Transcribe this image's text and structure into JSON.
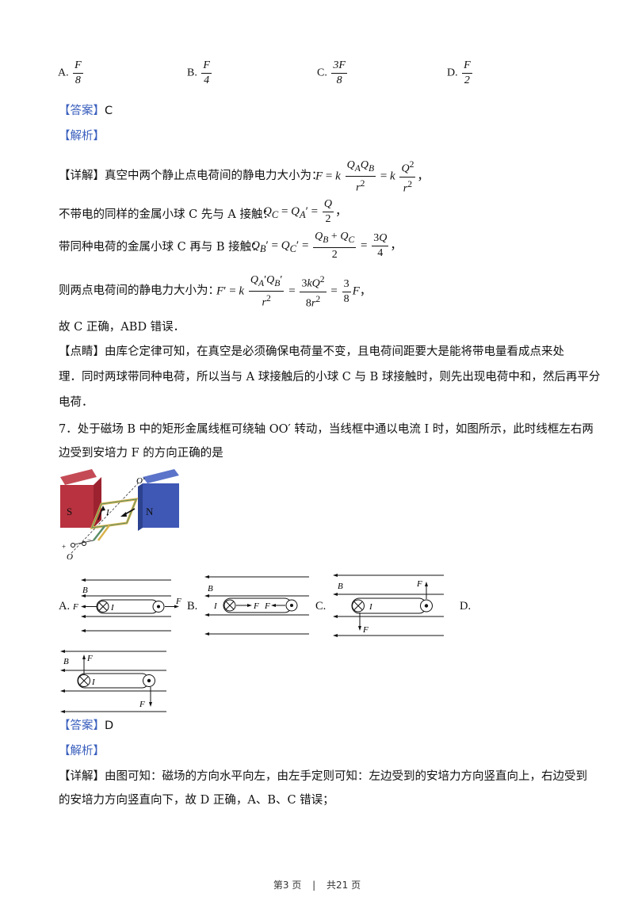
{
  "options_top": [
    {
      "letter": "A.",
      "num": "F",
      "den": "8"
    },
    {
      "letter": "B.",
      "num": "F",
      "den": "4"
    },
    {
      "letter": "C.",
      "num": "3F",
      "den": "8"
    },
    {
      "letter": "D.",
      "num": "F",
      "den": "2"
    }
  ],
  "q6": {
    "answer_label": "【答案】",
    "answer_value": "C",
    "analysis_label": "【解析】",
    "detail_label": "【详解】",
    "detail_text": "真空中两个静止点电荷间的静电力大小为：",
    "line2_text": "不带电的同样的金属小球 C 先与 A 接触：",
    "line3_text": "带同种电荷的金属小球 C 再与 B 接触：",
    "line4_text": "则两点电荷间的静电力大小为：",
    "conclusion": "故 C 正确，ABD 错误．",
    "comment_label": "【点睛】",
    "comment_line1": "由库仑定律可知，在真空是必须确保电荷量不变，且电荷间距要大是能将带电量看成点来处",
    "comment_line2": "理．同时两球带同种电荷，所以当与 A 球接触后的小球 C 与 B 球接触时，则先出现电荷中和，然后再平分",
    "comment_line3": "电荷．"
  },
  "q7": {
    "stem_line1": "7．处于磁场 B 中的矩形金属线框可绕轴 OO′ 转动，当线框中通以电流 I 时，如图所示，此时线框左右两",
    "stem_line2": "边受到安培力 F 的方向正确的是",
    "choices": [
      "A.",
      "B.",
      "C.",
      "D."
    ],
    "answer_label": "【答案】",
    "answer_value": "D",
    "analysis_label": "【解析】",
    "detail_label": "【详解】",
    "detail_line1": "由图可知：磁场的方向水平向左，由左手定则可知：左边受到的安培力方向竖直向上，右边受到",
    "detail_line2": "的安培力方向竖直向下，故 D 正确，A、B、C 错误；"
  },
  "figure_labels": {
    "S": "S",
    "N": "N",
    "O_prime": "O′",
    "O": "O",
    "I": "I",
    "B": "B",
    "F": "F",
    "plus": "+",
    "minus": "−"
  },
  "footer": {
    "page": "第3 页",
    "sep": "|",
    "total": "共21 页"
  }
}
